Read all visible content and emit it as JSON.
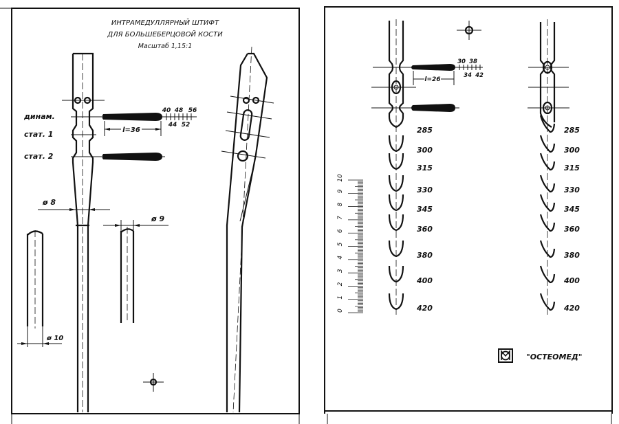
{
  "left_sheet": {
    "title": [
      "ИНТРАМЕДУЛЛЯРНЫЙ ШТИФТ",
      "ДЛЯ БОЛЬШЕБЕРЦОВОЙ КОСТИ",
      "Масштаб 1,15:1"
    ],
    "hole_labels": [
      "динам.",
      "стат. 1",
      "стат. 2"
    ],
    "screw_length": "l=36",
    "screw_scale_top": [
      "40",
      "48",
      "56"
    ],
    "screw_scale_bottom": [
      "44",
      "52"
    ],
    "diameters": [
      "ø 8",
      "ø 9",
      "ø 10"
    ]
  },
  "right_sheet": {
    "screw_length": "l=26",
    "screw_scale_top": [
      "30",
      "38"
    ],
    "screw_scale_bottom": [
      "34",
      "42"
    ],
    "nail_lengths": [
      "285",
      "300",
      "315",
      "330",
      "345",
      "360",
      "380",
      "400",
      "420"
    ],
    "ruler_labels": [
      "0",
      "1",
      "2",
      "3",
      "4",
      "5",
      "6",
      "7",
      "8",
      "9",
      "10"
    ],
    "brand": "\"ОСТЕОМЕД\""
  }
}
